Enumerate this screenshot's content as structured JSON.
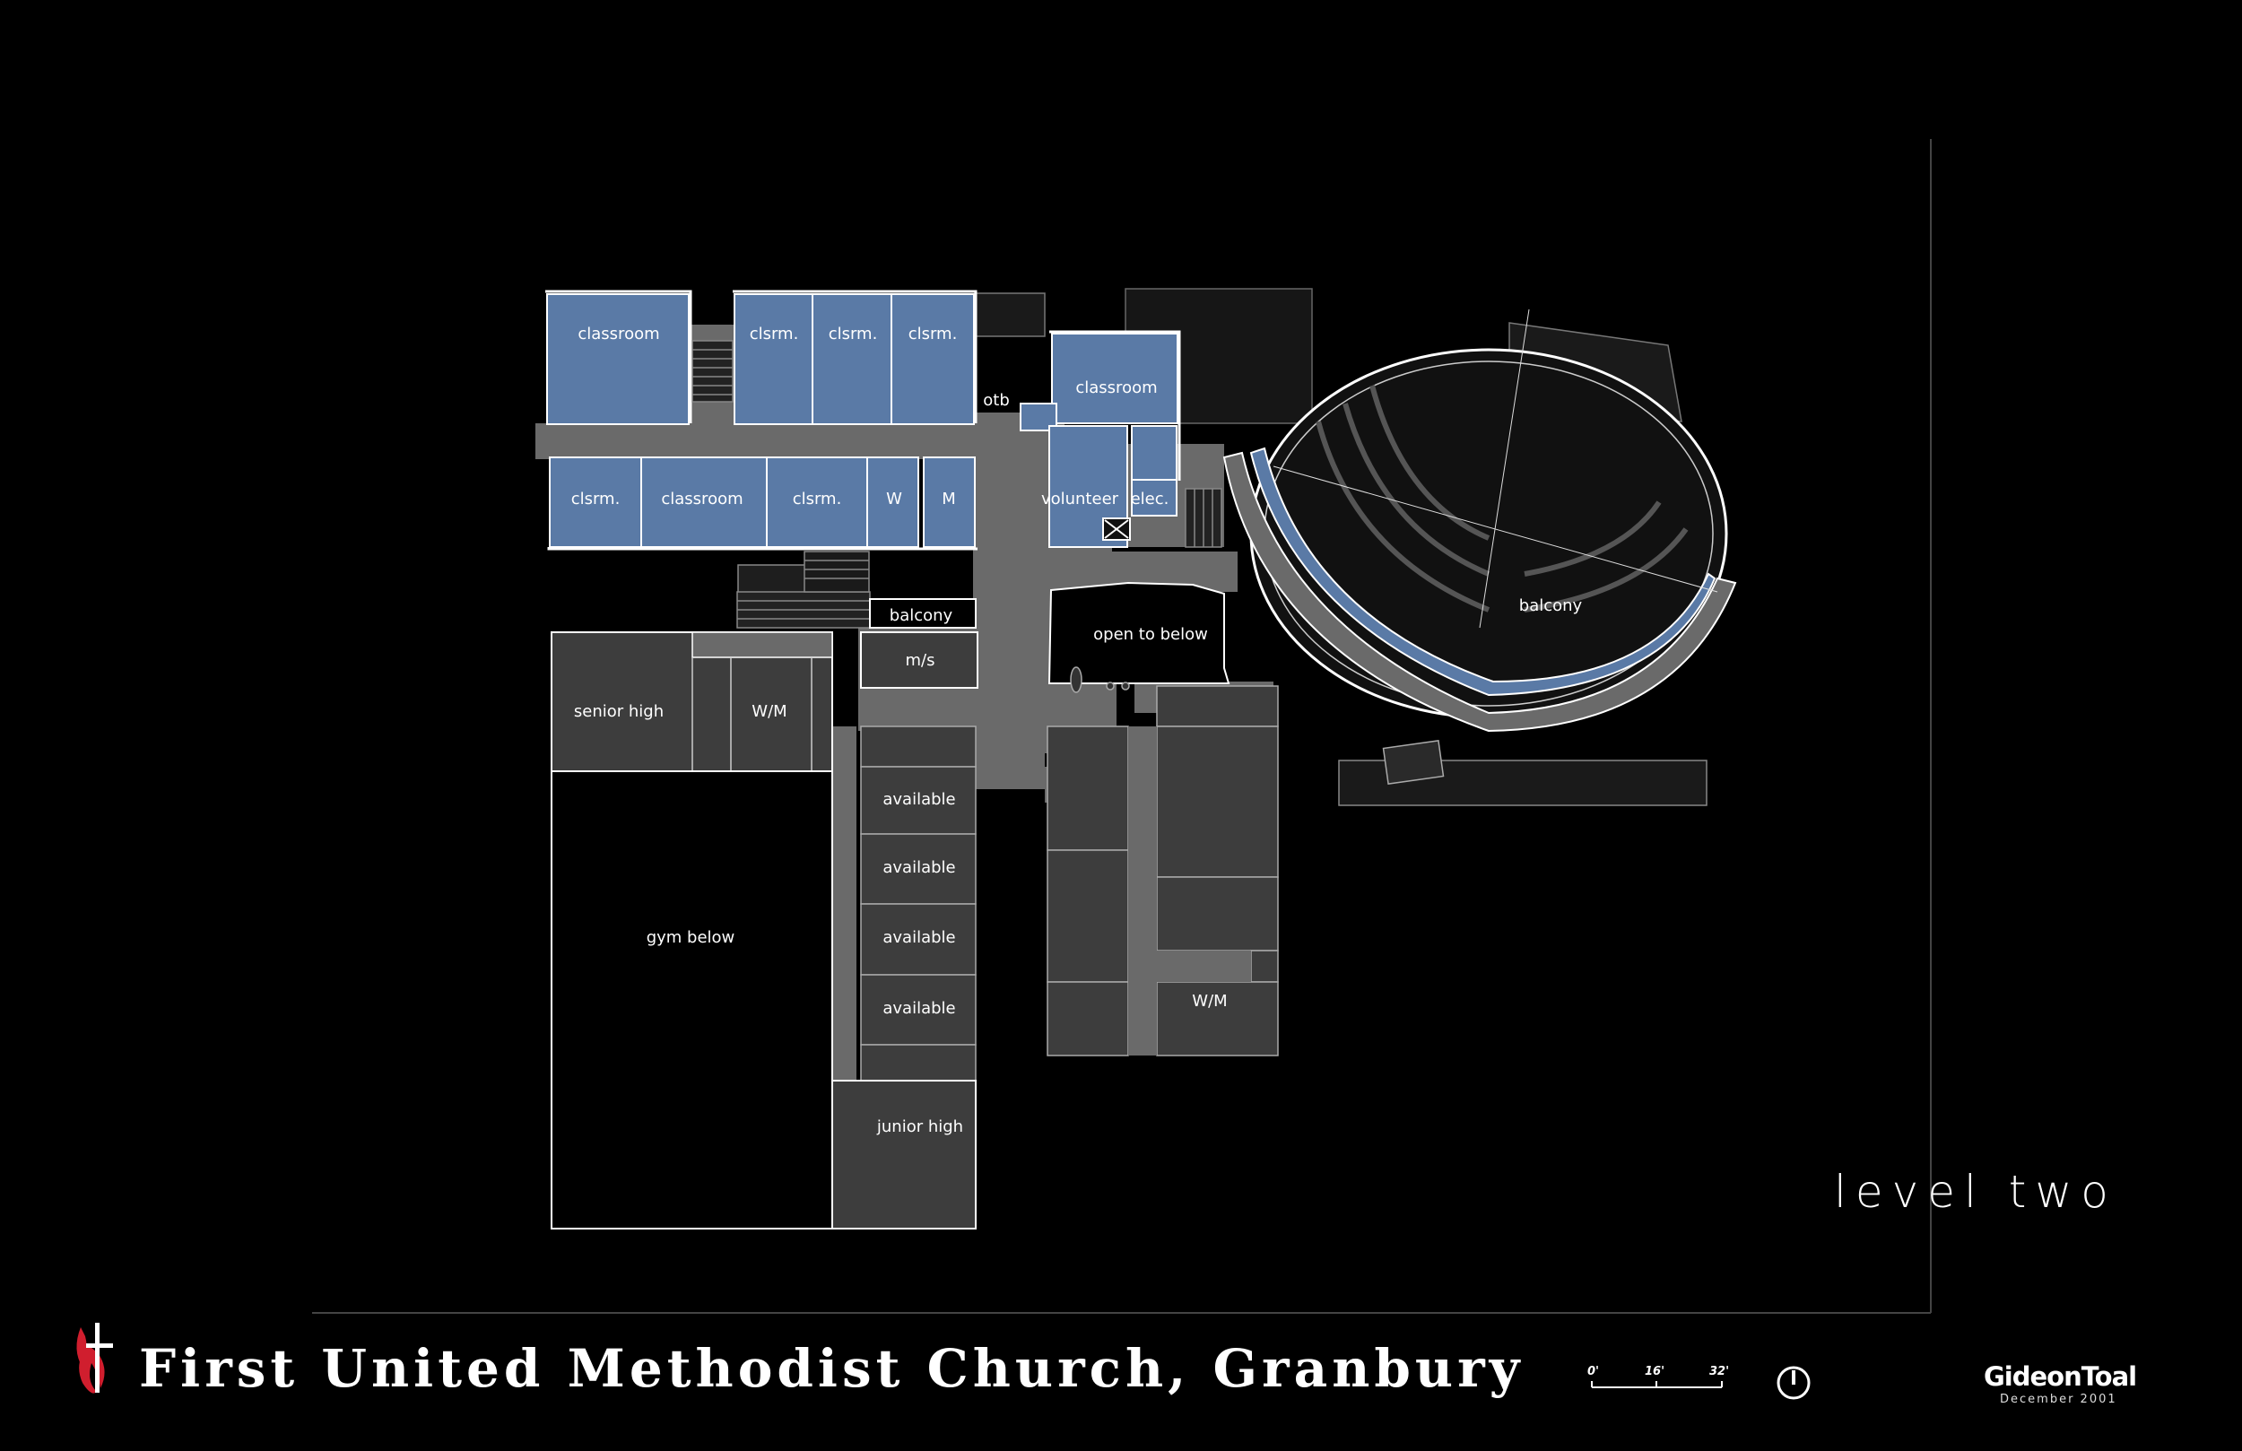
{
  "project_title": "First United Methodist Church, Granbury",
  "level_label": "level two",
  "firm": {
    "name": "GideonToal",
    "date": "December 2001"
  },
  "scale_bar": {
    "labels": [
      "0'",
      "16'",
      "32'"
    ]
  },
  "rooms": {
    "classroom_nw": "classroom",
    "clsrm_1": "clsrm.",
    "clsrm_2": "clsrm.",
    "clsrm_3": "clsrm.",
    "otb": "otb",
    "classroom_ne": "classroom",
    "clsrm_sw": "clsrm.",
    "classroom_s": "classroom",
    "clsrm_s2": "clsrm.",
    "womens": "W",
    "mens": "M",
    "volunteer": "volunteer",
    "elec": "elec.",
    "balcony_small": "balcony",
    "ms": "m/s",
    "open_to_below": "open to below",
    "senior_high": "senior high",
    "wm_1": "W/M",
    "gym_below": "gym below",
    "available_1": "available",
    "available_2": "available",
    "available_3": "available",
    "available_4": "available",
    "junior_high": "junior high",
    "wm_2": "W/M",
    "balcony_sanctuary": "balcony"
  },
  "colors": {
    "background": "#000000",
    "classroom_fill": "#5a7aa6",
    "corridor_fill": "#6a6a6a",
    "dark_room_fill": "#3d3d3d",
    "wall": "#ffffff"
  }
}
